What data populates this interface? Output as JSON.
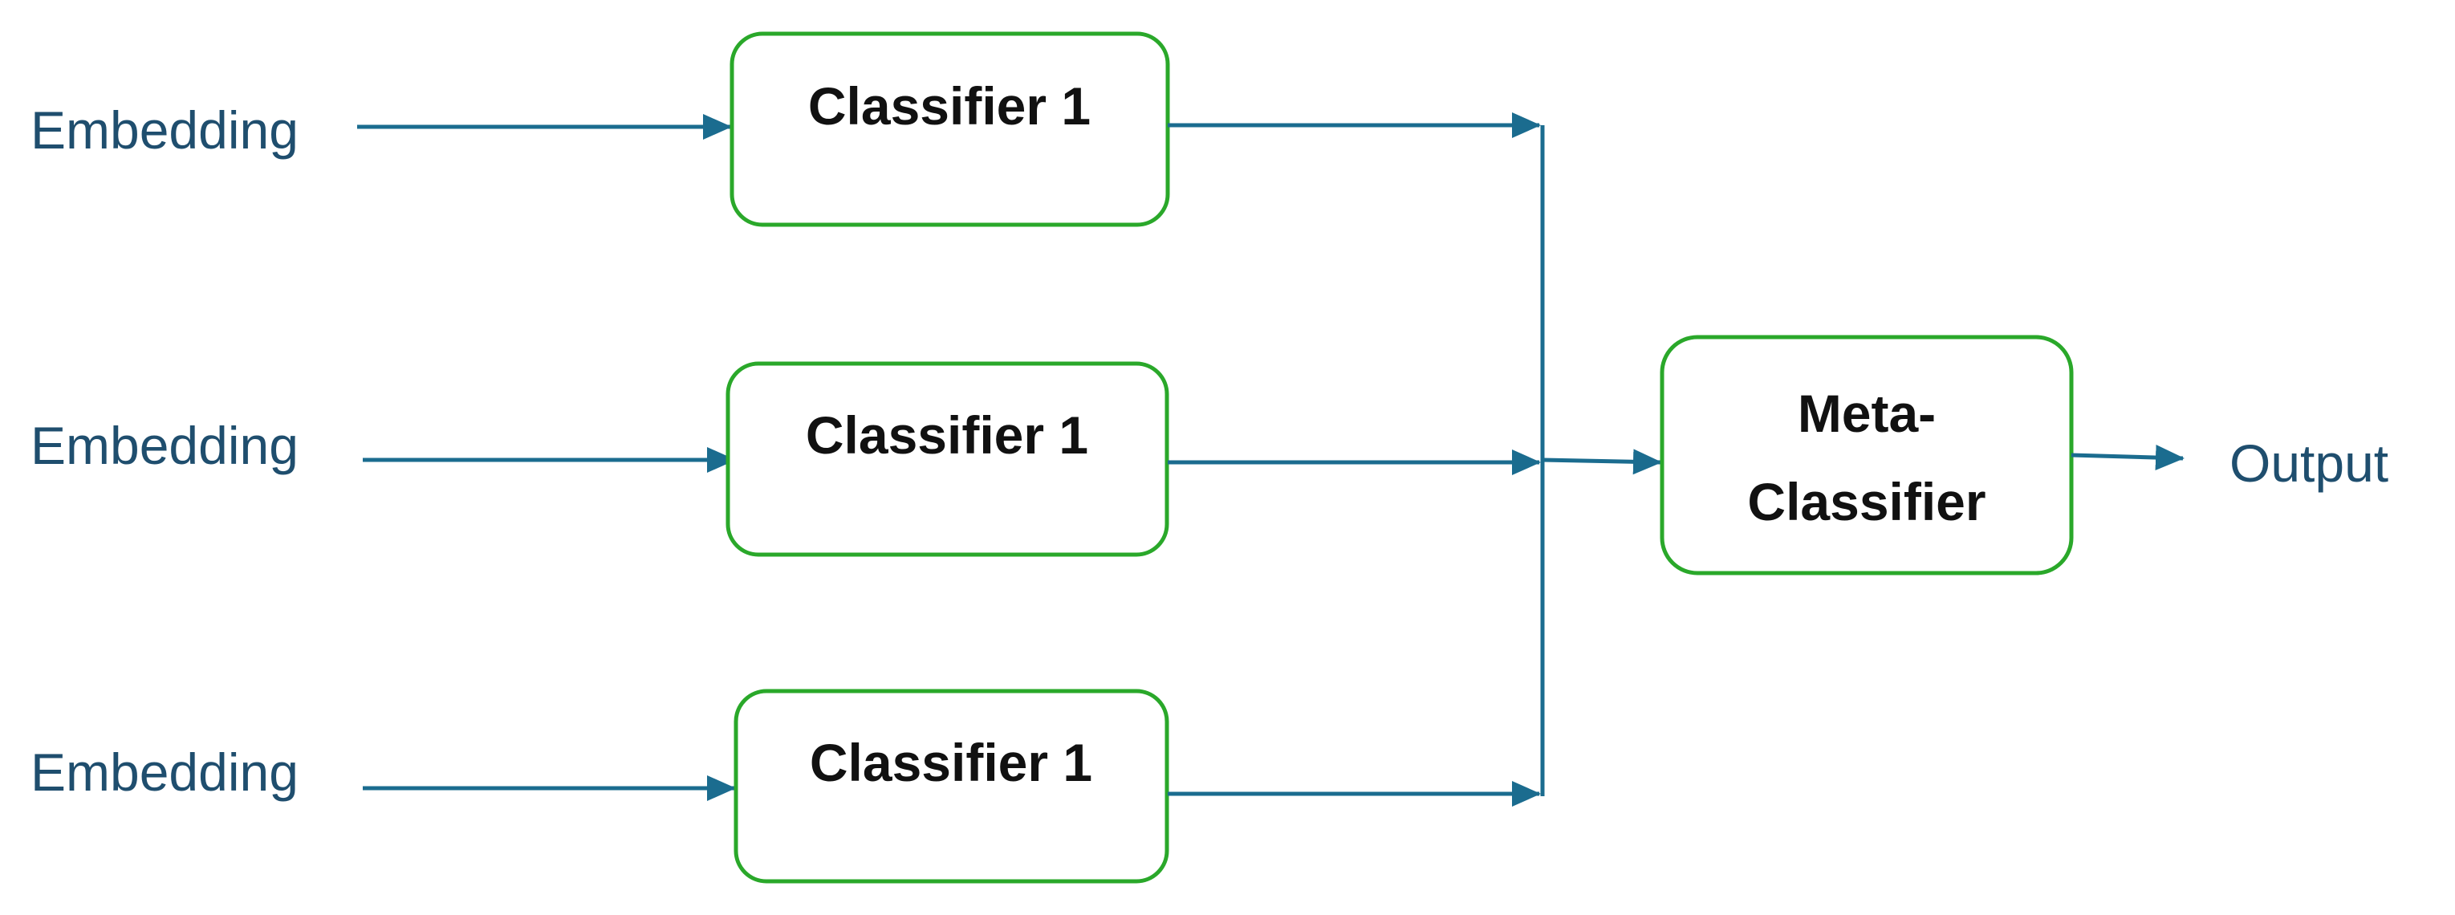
{
  "inputs": [
    {
      "label": "Embedding"
    },
    {
      "label": "Embedding"
    },
    {
      "label": "Embedding"
    }
  ],
  "classifiers": [
    {
      "label": "Classifier 1"
    },
    {
      "label": "Classifier 1"
    },
    {
      "label": "Classifier 1"
    }
  ],
  "meta_classifier": {
    "line1": "Meta-",
    "line2": "Classifier"
  },
  "output": {
    "label": "Output"
  },
  "colors": {
    "box_border": "#2aa82a",
    "arrow": "#1b6c8f",
    "label_text": "#1f4e6e",
    "box_text": "#111111"
  }
}
